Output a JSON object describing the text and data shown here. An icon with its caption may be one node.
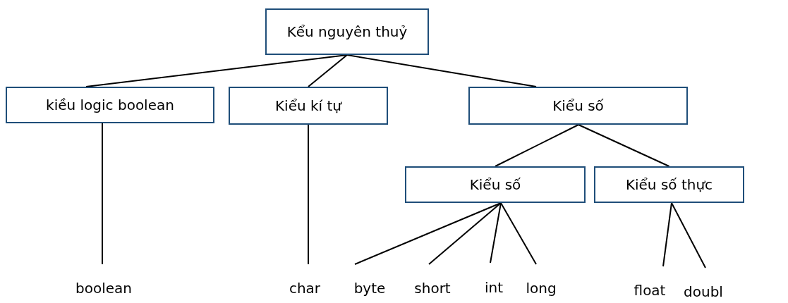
{
  "diagram": {
    "nodes": [
      {
        "text": [
          "Kểu nguyên thuỷ"
        ]
      },
      {
        "text": [
          "kiều logic boolean"
        ]
      },
      {
        "text": [
          "Kiểu kí tự"
        ]
      },
      {
        "text": [
          "Kiểu số"
        ]
      },
      {
        "text": [
          "Kiểu số"
        ]
      },
      {
        "text": [
          "Kiểu số thực"
        ]
      },
      {
        "text": [
          "boolean"
        ]
      },
      {
        "text": [
          "char"
        ]
      },
      {
        "text": [
          "byte"
        ]
      },
      {
        "text": [
          "short"
        ]
      },
      {
        "text": [
          "int"
        ]
      },
      {
        "text": [
          "long"
        ]
      },
      {
        "text": [
          "float"
        ]
      },
      {
        "text": [
          "doubl"
        ]
      }
    ],
    "edges": [
      {
        "from": 0,
        "to": 1,
        "arrow": "none"
      },
      {
        "from": 0,
        "to": 2,
        "arrow": "none"
      },
      {
        "from": 0,
        "to": 3,
        "arrow": "none"
      },
      {
        "from": 1,
        "to": 6,
        "arrow": "none"
      },
      {
        "from": 2,
        "to": 7,
        "arrow": "none"
      },
      {
        "from": 3,
        "to": 4,
        "arrow": "none"
      },
      {
        "from": 3,
        "to": 5,
        "arrow": "none"
      },
      {
        "from": 4,
        "to": 8,
        "arrow": "none"
      },
      {
        "from": 4,
        "to": 9,
        "arrow": "none"
      },
      {
        "from": 4,
        "to": 10,
        "arrow": "none"
      },
      {
        "from": 4,
        "to": 11,
        "arrow": "none"
      },
      {
        "from": 5,
        "to": 12,
        "arrow": "none"
      },
      {
        "from": 5,
        "to": 13,
        "arrow": "none"
      }
    ]
  }
}
